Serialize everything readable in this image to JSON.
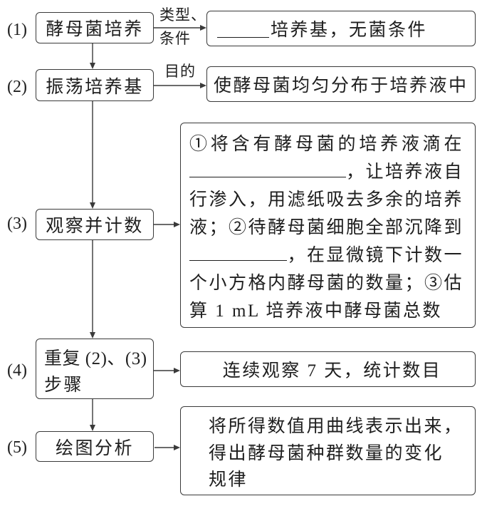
{
  "steps": [
    {
      "number": "(1)",
      "label": "酵母菌培养",
      "connector_labels": {
        "top": "类型、",
        "bottom": "条件"
      },
      "result": {
        "has_blank": true,
        "text_after_blank": "培养基，无菌条件"
      }
    },
    {
      "number": "(2)",
      "label": "振荡培养基",
      "connector_labels": {
        "top": "目的"
      },
      "result": {
        "text": "使酵母菌均匀分布于培养液中"
      }
    },
    {
      "number": "(3)",
      "label": "观察并计数",
      "result": {
        "lines": [
          {
            "blank_before": false,
            "text": "①将含有酵母菌的培养液滴在"
          },
          {
            "blank_before": true,
            "text": "，让培养液自"
          },
          {
            "blank_before": false,
            "text": "行渗入，用滤纸吸去多余的培养"
          },
          {
            "blank_before": false,
            "text": "液；②待酵母菌细胞全部沉降到"
          },
          {
            "blank_before": true,
            "text": "，在显微镜下计数一"
          },
          {
            "blank_before": false,
            "text": "个小方格内酵母菌的数量；③估"
          },
          {
            "blank_before": false,
            "text": "算 1 mL 培养液中酵母菌总数"
          }
        ]
      }
    },
    {
      "number": "(4)",
      "label_lines": [
        "重复 (2)、(3)",
        "步骤"
      ],
      "result": {
        "text": "连续观察 7 天，统计数目"
      }
    },
    {
      "number": "(5)",
      "label": "绘图分析",
      "result": {
        "lines": [
          "将所得数值用曲线表示出来，",
          "得出酵母菌种群数量的变化",
          "规律"
        ]
      }
    }
  ]
}
